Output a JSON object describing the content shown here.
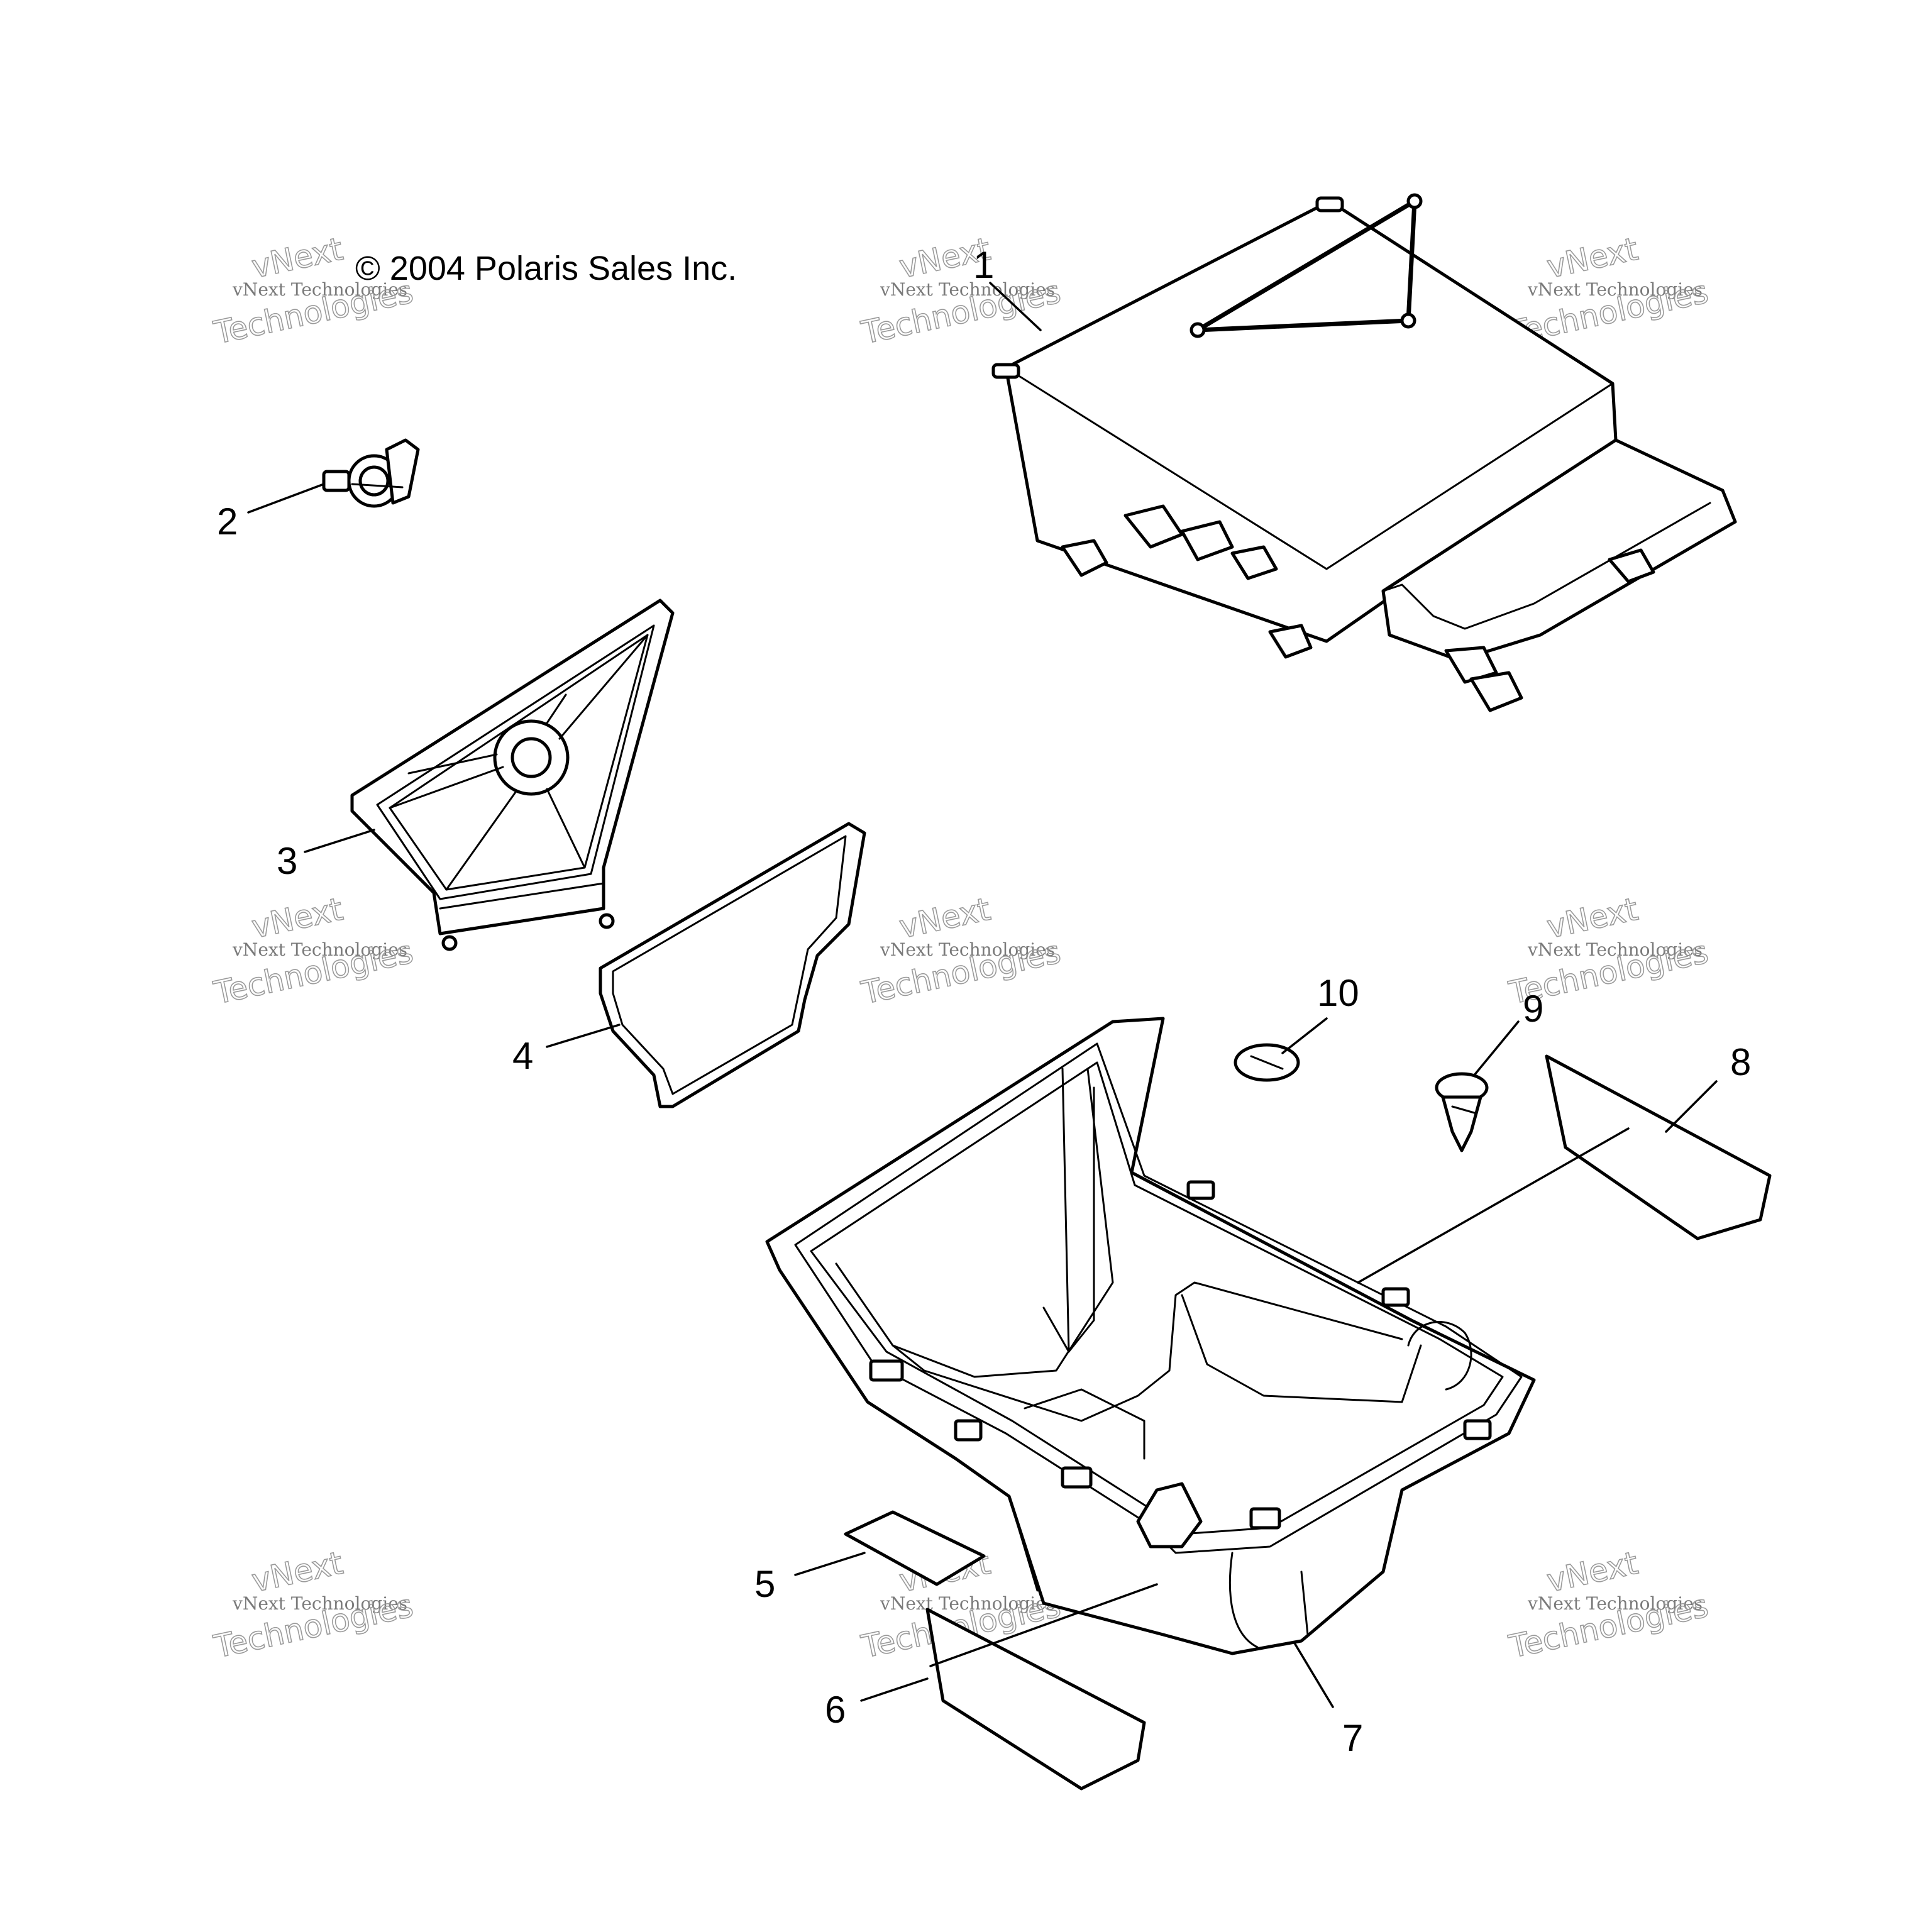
{
  "copyright": "© 2004 Polaris Sales Inc.",
  "watermark": {
    "line_small": "vNext Technologies",
    "line_big_1": "vNext",
    "line_big_2": "Technologies"
  },
  "callouts": [
    "1",
    "2",
    "3",
    "4",
    "5",
    "6",
    "7",
    "8",
    "9",
    "10"
  ],
  "colors": {
    "ink": "#000000",
    "paper": "#ffffff",
    "watermark": "#8a8a8a"
  }
}
